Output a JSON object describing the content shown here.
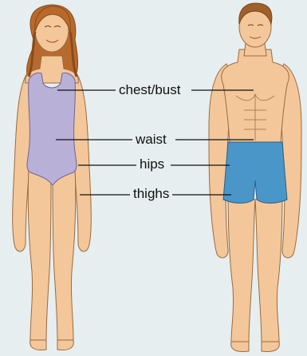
{
  "labels": {
    "chest": "chest/bust",
    "waist": "waist",
    "hips": "hips",
    "thighs": "thighs"
  },
  "colors": {
    "background": "#e6eeef",
    "skin": "#f3c79a",
    "skin_outline": "#9b6a3f",
    "woman_swimsuit": "#b9b0d8",
    "man_shorts": "#4a96c9",
    "woman_hair": "#b86a2c",
    "man_hair": "#a0602a",
    "line": "#111111"
  }
}
